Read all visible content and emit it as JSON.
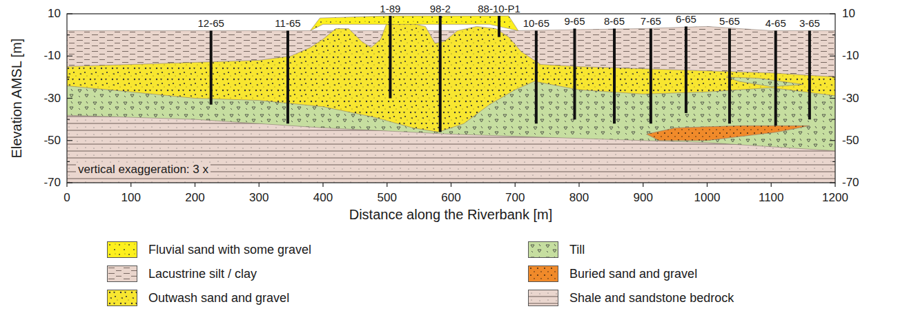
{
  "diagram": {
    "labels": [
      "Elevation AMSL [m]",
      "10",
      "-10",
      "-30",
      "-50",
      "-70",
      "10",
      "-10",
      "-30",
      "-50",
      "-70",
      "0",
      "100",
      "200",
      "300",
      "400",
      "500",
      "600",
      "700",
      "800",
      "900",
      "1000",
      "1100",
      "1200",
      "Distance along the Riverbank [m]",
      "vertical exaggeration: 3 x",
      "12-65",
      "11-65",
      "1-89",
      "98-2",
      "88-10-P1",
      "10-65",
      "9-65",
      "8-65",
      "7-65",
      "6-65",
      "5-65",
      "4-65",
      "3-65"
    ],
    "legend": [
      {
        "text": "Fluvial sand with some gravel",
        "color": "#fdf01e"
      },
      {
        "text": "Lacustrine silt / clay",
        "color": "#e9d5cc"
      },
      {
        "text": "Outwash sand and gravel",
        "color": "#f8e630"
      },
      {
        "text": "Till",
        "color": "#c6dea0"
      },
      {
        "text": "Buried sand and gravel",
        "color": "#f08a2a"
      },
      {
        "text": "Shale and sandstone bedrock",
        "color": "#ead6ce"
      }
    ]
  }
}
